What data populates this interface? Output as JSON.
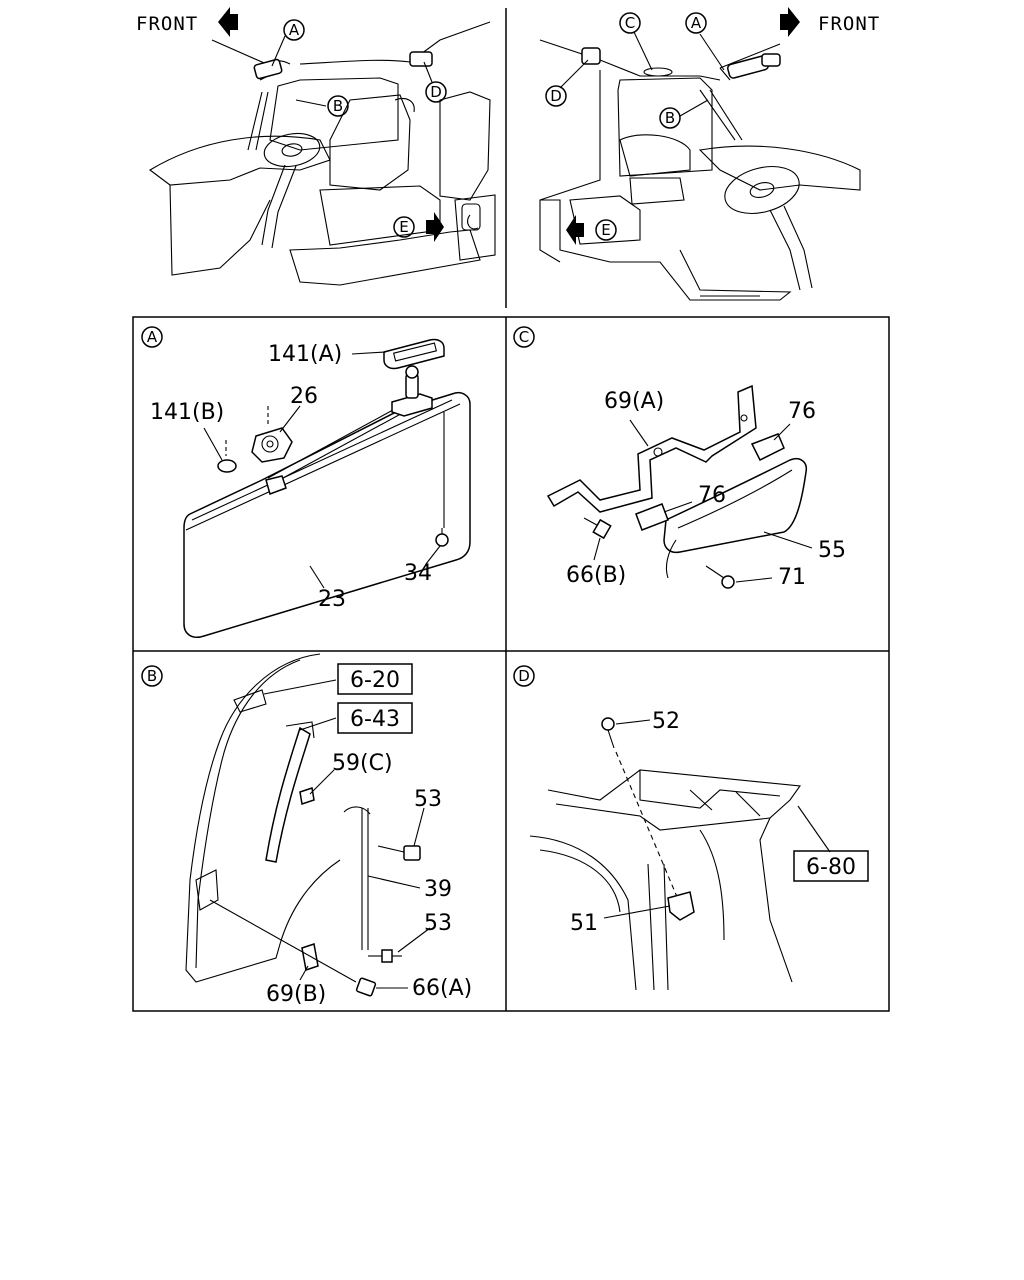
{
  "overview": {
    "left": {
      "front_label": "FRONT",
      "callouts": {
        "a": "A",
        "b": "B",
        "d": "D",
        "e": "E"
      }
    },
    "right": {
      "front_label": "FRONT",
      "callouts": {
        "c": "C",
        "a": "A",
        "b": "B",
        "d": "D",
        "e": "E"
      }
    }
  },
  "panels": {
    "a": {
      "letter": "A",
      "parts": {
        "p141a": "141(A)",
        "p141b": "141(B)",
        "p26": "26",
        "p23": "23",
        "p34": "34"
      }
    },
    "c": {
      "letter": "C",
      "parts": {
        "p69a": "69(A)",
        "p76_top": "76",
        "p76_mid": "76",
        "p66b": "66(B)",
        "p55": "55",
        "p71": "71"
      }
    },
    "b": {
      "letter": "B",
      "refs": {
        "r620": "6-20",
        "r643": "6-43"
      },
      "parts": {
        "p59c": "59(C)",
        "p53_top": "53",
        "p39": "39",
        "p53_bot": "53",
        "p69b": "69(B)",
        "p66a": "66(A)"
      }
    },
    "d": {
      "letter": "D",
      "refs": {
        "r680": "6-80"
      },
      "parts": {
        "p52": "52",
        "p51": "51"
      }
    }
  }
}
